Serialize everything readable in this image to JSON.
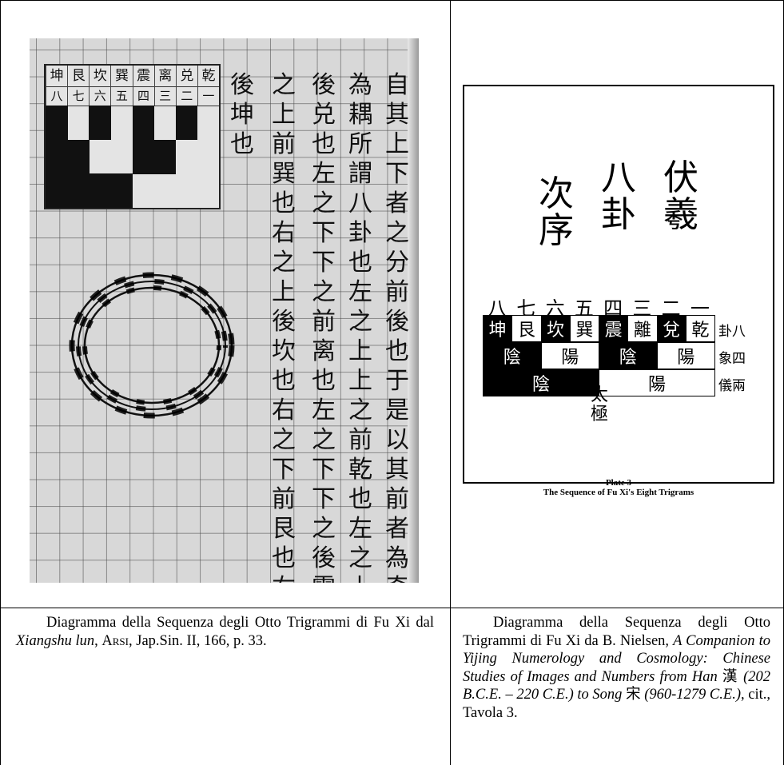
{
  "left_caption": {
    "t1": "Diagramma della Sequenza degli Otto Trigrammi di Fu Xi dal ",
    "italic": "Xiangshu lun",
    "t2": ", ",
    "smallcaps": "Arsi",
    "t3": ", Jap.Sin. II, 166, p. 33."
  },
  "right_caption": {
    "t1": "Diagramma della Sequenza degli Otto Trigrammi di Fu Xi da B. Nielsen, ",
    "italic1": "A Companion to Yijing Numerology and Cosmology: Chinese Studies of Images and Numbers from Han",
    "han": " 漢 ",
    "italic2": "(202 B.C.E. – 220 C.E.) to Song",
    "song": " 宋 ",
    "italic3": "(960-1279 C.E.)",
    "t2": ", cit., Tavola 3."
  },
  "manuscript": {
    "trigram_names": [
      "坤",
      "艮",
      "坎",
      "巽",
      "震",
      "离",
      "兑",
      "乾"
    ],
    "trigram_numbers": [
      "八",
      "七",
      "六",
      "五",
      "四",
      "三",
      "二",
      "一"
    ],
    "columns": [
      "自其上下者之分前後也于是以其前者為奇後者",
      "為耦所謂八卦也左之上上之前乾也左之上上之",
      "後兑也左之下下之前离也左之下下之後震也右",
      "之上前巽也右之上後坎也右之下前艮也右之下",
      "後坤也"
    ]
  },
  "plate": {
    "title_columns": [
      "伏羲",
      "八卦",
      "次序"
    ],
    "numbers": [
      "八",
      "七",
      "六",
      "五",
      "四",
      "三",
      "二",
      "一"
    ],
    "trigrams": [
      "坤",
      "艮",
      "坎",
      "巽",
      "震",
      "離",
      "兌",
      "乾"
    ],
    "row_labels": [
      "卦八",
      "象四",
      "儀兩"
    ],
    "four_images": [
      "陰",
      "陽",
      "陰",
      "陽"
    ],
    "two_modes": [
      "陰",
      "陽"
    ],
    "taiji": "太極",
    "caption_line1": "Plate 3",
    "caption_line2": "The Sequence of Fu Xi's Eight Trigrams"
  }
}
